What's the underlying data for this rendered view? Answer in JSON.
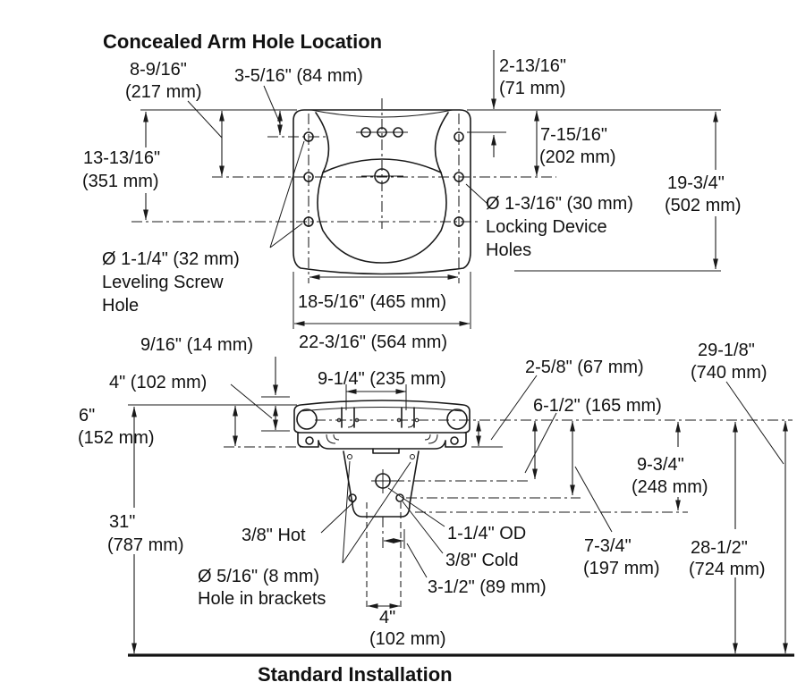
{
  "title": "Concealed Arm Hole Location",
  "footer": "Standard Installation",
  "colors": {
    "line": "#1a1a1a",
    "text": "#111111",
    "background": "#ffffff"
  },
  "top_view": {
    "dims": {
      "back_offset": [
        "8-9/16\"",
        "(217 mm)"
      ],
      "faucet_row_offset": "3-5/16\" (84 mm)",
      "top_edge_offset": [
        "2-13/16\"",
        "(71 mm)"
      ],
      "lower_hole_offset": [
        "13-13/16\"",
        "(351 mm)"
      ],
      "middle_hole_offset": [
        "7-15/16\"",
        "(202 mm)"
      ],
      "overall_depth": [
        "19-3/4\"",
        "(502 mm)"
      ],
      "hole_span": "18-5/16\" (465 mm)",
      "overall_width": "22-3/16\" (564 mm)"
    },
    "notes": {
      "locking": [
        "Ø 1-3/16\" (30 mm)",
        "Locking Device",
        "Holes"
      ],
      "leveling": [
        "Ø 1-1/4\" (32 mm)",
        "Leveling Screw",
        "Hole"
      ]
    }
  },
  "installation_view": {
    "dims": {
      "rim_lip": "9/16\" (14 mm)",
      "apron_depth": "4\" (102 mm)",
      "faucet_centers": "9-1/4\" (235 mm)",
      "backsplash": [
        "6\"",
        "(152 mm)"
      ],
      "back_drop": "2-5/8\" (67 mm)",
      "wall_height": [
        "29-1/8\"",
        "(740 mm)"
      ],
      "drain_drop": "6-1/2\" (165 mm)",
      "supply_drop": [
        "9-3/4\"",
        "(248 mm)"
      ],
      "rim_height": [
        "31\"",
        "(787 mm)"
      ],
      "trap_drop": [
        "7-3/4\"",
        "(197 mm)"
      ],
      "underside_height": [
        "28-1/2\"",
        "(724 mm)"
      ],
      "supply_offset": "3-1/2\" (89 mm)",
      "drain_offset": [
        "4\"",
        "(102 mm)"
      ]
    },
    "notes": {
      "hot": "3/8\" Hot",
      "drain_od": "1-1/4\" OD",
      "cold": "3/8\" Cold",
      "bracket_hole": [
        "Ø 5/16\" (8 mm)",
        "Hole in brackets"
      ]
    }
  }
}
